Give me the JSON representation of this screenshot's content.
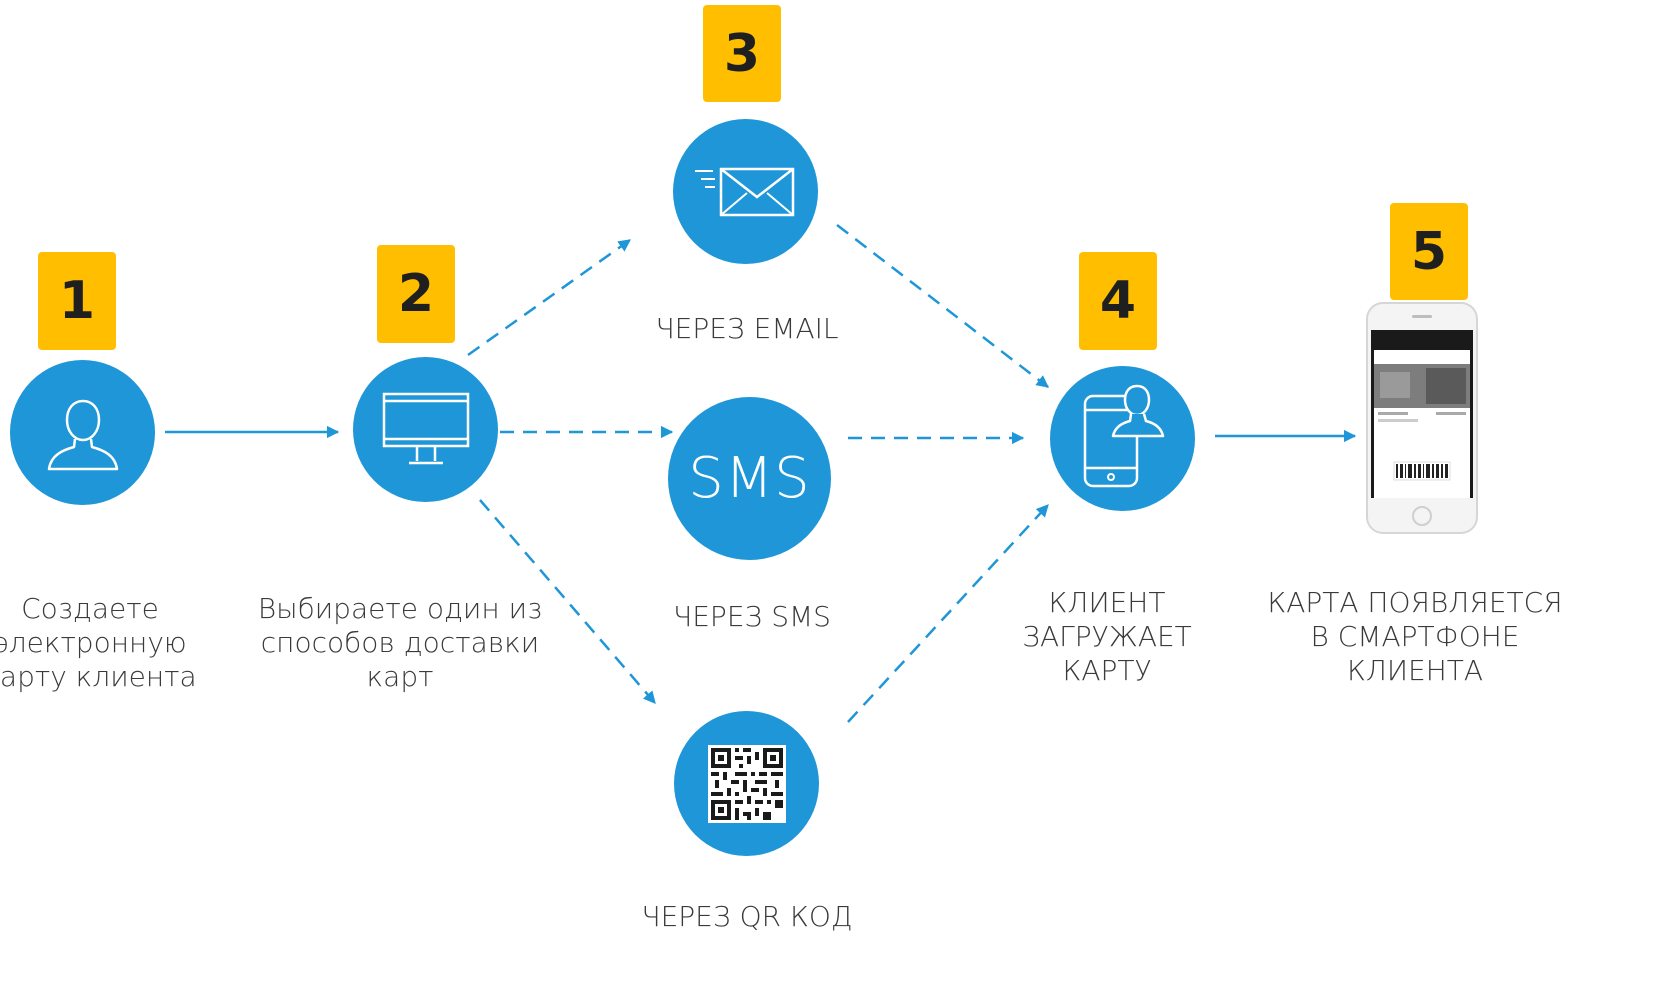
{
  "steps": [
    {
      "number": "1",
      "label": "Создаете электронную\nкарту клиента",
      "icon": "user-icon"
    },
    {
      "number": "2",
      "label": "Выбираете один из\nспособов доставки\nкарт",
      "icon": "monitor-icon"
    },
    {
      "number": "3",
      "icon": "email-icon"
    },
    {
      "number": "4",
      "label": "КЛИЕНТ\nЗАГРУЖАЕТ\nКАРТУ",
      "icon": "phone-user-icon"
    },
    {
      "number": "5",
      "label": "КАРТА ПОЯВЛЯЕТСЯ\nВ СМАРТФОНЕ\nКЛИЕНТА",
      "icon": "smartphone-card-icon"
    }
  ],
  "channels": {
    "email": {
      "label": "ЧЕРЕЗ EMAIL",
      "icon": "envelope-icon"
    },
    "sms": {
      "label": "ЧЕРЕЗ SMS",
      "icon_text": "SMS"
    },
    "qr": {
      "label": "ЧЕРЕЗ QR КОД",
      "icon": "qr-code-icon"
    }
  },
  "colors": {
    "accent": "#1e96d8",
    "badge": "#ffbf00"
  }
}
